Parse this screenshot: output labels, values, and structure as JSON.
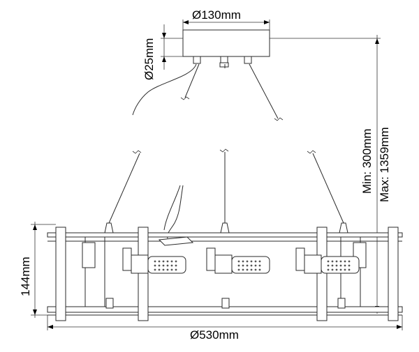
{
  "dimensions": {
    "canopy_diameter": "Ø130mm",
    "canopy_height": "Ø25mm",
    "drop_min": "Min: 300mm",
    "drop_max": "Max: 1359mm",
    "fixture_height": "144mm",
    "fixture_diameter": "Ø530mm"
  }
}
